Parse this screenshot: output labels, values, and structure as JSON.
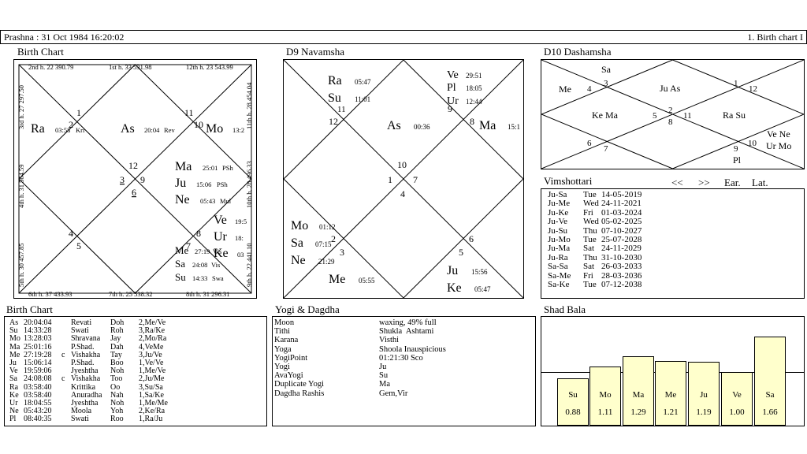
{
  "header": {
    "left": "Prashna :  31 Oct 1984  16:20:02",
    "right": "1. Birth chart I"
  },
  "birth_chart": {
    "title": "Birth Chart",
    "edge_top": [
      "2nd h.  22  390.79",
      "1st h.  33  531.98",
      "12th h.  23  543.99"
    ],
    "edge_bottom": [
      "6th h.  37  433.93",
      "7th h.  25  538.32",
      "8th h.  31  296.31"
    ],
    "edge_left": [
      "3rd h.  27  297.50",
      "4th h.  31  564.59",
      "5th h.  30  457.85"
    ],
    "edge_right": [
      "11th h.  28  454.04",
      "10th h.  28  496.33",
      "9th h.  22  441.10"
    ],
    "house_numbers": [
      "1",
      "2",
      "3",
      "4",
      "5",
      "6",
      "7",
      "8",
      "9",
      "10",
      "11",
      "12"
    ],
    "planets": [
      {
        "name": "Ra",
        "deg": "03:58",
        "nak": "Kri"
      },
      {
        "name": "As",
        "deg": "20:04",
        "nak": "Rev"
      },
      {
        "name": "Mo",
        "deg": "13:2",
        "nak": ""
      },
      {
        "name": "Ma",
        "deg": "25:01",
        "nak": "PSh"
      },
      {
        "name": "Ju",
        "deg": "15:06",
        "nak": "PSh"
      },
      {
        "name": "Ne",
        "deg": "05:43",
        "nak": "Mul"
      },
      {
        "name": "Ve",
        "deg": "19:5",
        "nak": ""
      },
      {
        "name": "Ur",
        "deg": "18:",
        "nak": ""
      },
      {
        "name": "Ke",
        "deg": "03",
        "nak": ""
      },
      {
        "name": "Me",
        "deg": "27:19",
        "nak": "Vis"
      },
      {
        "name": "Sa",
        "deg": "24:08",
        "nak": "Vis"
      },
      {
        "name": "Su",
        "deg": "14:33",
        "nak": "Swa"
      }
    ]
  },
  "navamsha": {
    "title": "D9 Navamsha",
    "house_numbers": [
      "1",
      "2",
      "3",
      "4",
      "5",
      "6",
      "7",
      "8",
      "9",
      "10",
      "11",
      "12"
    ],
    "planets": [
      {
        "name": "Ra",
        "deg": "05:47"
      },
      {
        "name": "Su",
        "deg": "11:01"
      },
      {
        "name": "Ve",
        "deg": "29:51"
      },
      {
        "name": "Pl",
        "deg": "18:05"
      },
      {
        "name": "Ur",
        "deg": "12:44"
      },
      {
        "name": "As",
        "deg": "00:36"
      },
      {
        "name": "Ma",
        "deg": "15:1"
      },
      {
        "name": "Mo",
        "deg": "01:12"
      },
      {
        "name": "Sa",
        "deg": "07:15"
      },
      {
        "name": "Ne",
        "deg": "21:29"
      },
      {
        "name": "Me",
        "deg": "05:55"
      },
      {
        "name": "Ju",
        "deg": "15:56"
      },
      {
        "name": "Ke",
        "deg": "05:47"
      }
    ]
  },
  "dashamsha": {
    "title": "D10 Dashamsha",
    "house_numbers": [
      "1",
      "2",
      "3",
      "4",
      "5",
      "6",
      "7",
      "8",
      "9",
      "10",
      "11",
      "12"
    ],
    "groups": [
      "Sa",
      "Me",
      "Ju As",
      "Ke Ma",
      "Ra Su",
      "Ve Ne",
      "Ur Mo",
      "Pl"
    ]
  },
  "vimshottari": {
    "title": "Vimshottari",
    "nav": [
      "<<",
      ">>",
      "Ear.",
      "Lat."
    ],
    "rows": [
      [
        "Ju-Sa",
        "Tue",
        "14-05-2019"
      ],
      [
        "Ju-Me",
        "Wed",
        "24-11-2021"
      ],
      [
        "Ju-Ke",
        "Fri",
        "01-03-2024"
      ],
      [
        "Ju-Ve",
        "Wed",
        "05-02-2025"
      ],
      [
        "Ju-Su",
        "Thu",
        "07-10-2027"
      ],
      [
        "Ju-Mo",
        "Tue",
        "25-07-2028"
      ],
      [
        "Ju-Ma",
        "Sat",
        "24-11-2029"
      ],
      [
        "Ju-Ra",
        "Thu",
        "31-10-2030"
      ],
      [
        "Sa-Sa",
        "Sat",
        "26-03-2033"
      ],
      [
        "Sa-Me",
        "Fri",
        "28-03-2036"
      ],
      [
        "Sa-Ke",
        "Tue",
        "07-12-2038"
      ]
    ]
  },
  "birth_table": {
    "title": "Birth Chart",
    "rows": [
      [
        "As",
        "20:04:04",
        "",
        "Revati",
        "Doh",
        "2,Me/Ve"
      ],
      [
        "Su",
        "14:33:28",
        "",
        "Swati",
        "Roh",
        "3,Ra/Ke"
      ],
      [
        "Mo",
        "13:28:03",
        "",
        "Shravana",
        "Jay",
        "2,Mo/Ra"
      ],
      [
        "Ma",
        "25:01:16",
        "",
        "P.Shad.",
        "Dah",
        "4,VeMe"
      ],
      [
        "Me",
        "27:19:28",
        "c",
        "Vishakha",
        "Tay",
        "3,Ju/Ve"
      ],
      [
        "Ju",
        "15:06:14",
        "",
        "P.Shad.",
        "Boo",
        "1,Ve/Ve"
      ],
      [
        "Ve",
        "19:59:06",
        "",
        "Jyeshtha",
        "Noh",
        "1,Me/Ve"
      ],
      [
        "Sa",
        "24:08:08",
        "c",
        "Vishakha",
        "Too",
        "2,Ju/Me"
      ],
      [
        "Ra",
        "03:58:40",
        "",
        "Krittika",
        "Oo",
        "3,Su/Sa"
      ],
      [
        "Ke",
        "03:58:40",
        "",
        "Anuradha",
        "Nah",
        "1,Sa/Ke"
      ],
      [
        "Ur",
        "18:04:55",
        "",
        "Jyeshtha",
        "Noh",
        "1,Me/Me"
      ],
      [
        "Ne",
        "05:43:20",
        "",
        "Moola",
        "Yoh",
        "2,Ke/Ra"
      ],
      [
        "Pl",
        "08:40:35",
        "",
        "Swati",
        "Roo",
        "1,Ra/Ju"
      ]
    ]
  },
  "yogi": {
    "title": "Yogi & Dagdha",
    "rows": [
      [
        "Moon",
        "waxing, 49% full"
      ],
      [
        "Tithi",
        "Shukla  Ashtami"
      ],
      [
        "Karana",
        "Visthi"
      ],
      [
        "Yoga",
        "Shoola Inauspicious"
      ],
      [
        "YogiPoint",
        "01:21:30 Sco"
      ],
      [
        "Yogi",
        "Ju"
      ],
      [
        "AvaYogi",
        "Su"
      ],
      [
        "Duplicate Yogi",
        "Ma"
      ],
      [
        "Dagdha Rashis",
        "Gem,Vir"
      ]
    ]
  },
  "shad_bala": {
    "title": "Shad Bala",
    "colors": {
      "bar": "#ffffcc"
    },
    "bars": [
      {
        "planet": "Su",
        "value": "0.88",
        "v": 0.88
      },
      {
        "planet": "Mo",
        "value": "1.11",
        "v": 1.11
      },
      {
        "planet": "Ma",
        "value": "1.29",
        "v": 1.29
      },
      {
        "planet": "Me",
        "value": "1.21",
        "v": 1.21
      },
      {
        "planet": "Ju",
        "value": "1.19",
        "v": 1.19
      },
      {
        "planet": "Ve",
        "value": "1.00",
        "v": 1.0
      },
      {
        "planet": "Sa",
        "value": "1.66",
        "v": 1.66
      }
    ]
  }
}
